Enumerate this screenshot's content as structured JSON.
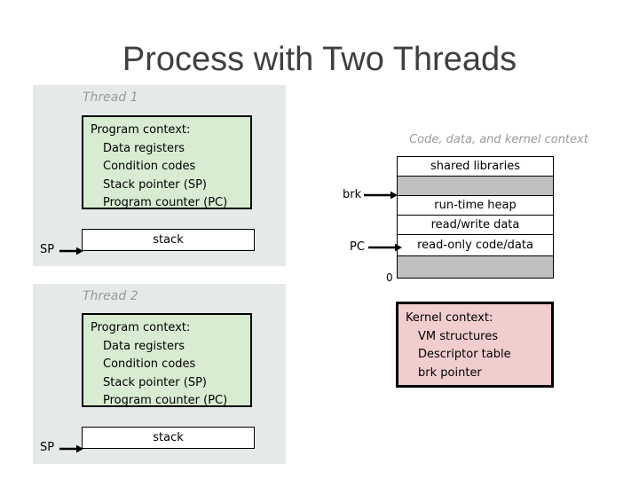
{
  "slide": {
    "title": "Process with Two Threads"
  },
  "threads": [
    {
      "label": "Thread 1",
      "context_box": {
        "heading": "Program context:",
        "items": [
          "Data registers",
          "Condition codes",
          "Stack pointer (SP)",
          "Program counter (PC)"
        ]
      },
      "stack_label": "stack",
      "sp_label": "SP"
    },
    {
      "label": "Thread 2",
      "context_box": {
        "heading": "Program context:",
        "items": [
          "Data registers",
          "Condition codes",
          "Stack pointer (SP)",
          "Program counter (PC)"
        ]
      },
      "stack_label": "stack",
      "sp_label": "SP"
    }
  ],
  "shared": {
    "label": "Code, data, and kernel context",
    "memory_map": {
      "rows": [
        {
          "label": "shared libraries",
          "kind": "labeled"
        },
        {
          "label": "",
          "kind": "gap"
        },
        {
          "label": "run-time heap",
          "kind": "labeled"
        },
        {
          "label": "read/write data",
          "kind": "labeled"
        },
        {
          "label": "read-only code/data",
          "kind": "tall"
        },
        {
          "label": "",
          "kind": "gap-tall"
        }
      ],
      "brk_label": "brk",
      "pc_label": "PC",
      "zero_label": "0"
    },
    "kernel_box": {
      "heading": "Kernel context:",
      "items": [
        "VM structures",
        "Descriptor table",
        "brk pointer"
      ]
    }
  },
  "colors": {
    "panel_gray": "#e6e9e9",
    "context_green": "#d8ecd2",
    "kernel_pink": "#f2cdcd",
    "gap_gray": "#c0c0c0",
    "title_gray": "#3f3f3f",
    "label_gray": "#9a9a9a"
  }
}
